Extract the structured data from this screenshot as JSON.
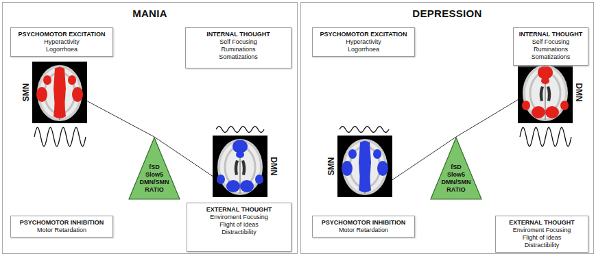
{
  "diagram": {
    "nodes": [
      {
        "text": [
          "MANIA"
        ]
      },
      {
        "text": [
          "PSYCHOMOTOR EXCITATION",
          "Hyperactivity",
          "Logorrhoea"
        ],
        "in": 0
      },
      {
        "text": [
          "INTERNAL THOUGHT",
          "Self Focusing",
          "Ruminations",
          "Somatizations"
        ],
        "in": 0
      },
      {
        "text": [
          "SMN"
        ],
        "in": 0
      },
      {
        "text": [
          "fSD Slow5 DMN/SMN RATIO"
        ],
        "in": 0
      },
      {
        "text": [
          "DMN"
        ],
        "in": 0
      },
      {
        "text": [
          "PSYCHOMOTOR INHIBITION",
          "Motor Retardation"
        ],
        "in": 0
      },
      {
        "text": [
          "EXTERNAL THOUGHT",
          "Enviroment Focusing",
          "Flight of Ideas",
          "Distractibility"
        ],
        "in": 0
      },
      {
        "text": [
          "DEPRESSION"
        ]
      },
      {
        "text": [
          "PSYCHOMOTOR EXCITATION",
          "Hyperactivity",
          "Logorrhoea"
        ],
        "in": 8
      },
      {
        "text": [
          "INTERNAL THOUGHT",
          "Self Focusing",
          "Ruminations",
          "Somatizations"
        ],
        "in": 8
      },
      {
        "text": [
          "DMN"
        ],
        "in": 8
      },
      {
        "text": [
          "fSD Slow5 DMN/SMN RATIO"
        ],
        "in": 8
      },
      {
        "text": [
          "SMN"
        ],
        "in": 8
      },
      {
        "text": [
          "PSYCHOMOTOR INHIBITION",
          "Motor Retardation"
        ],
        "in": 8
      },
      {
        "text": [
          "EXTERNAL THOUGHT",
          "Enviroment Focusing",
          "Flight of Ideas",
          "Distractibility"
        ],
        "in": 8
      }
    ],
    "edges": [
      {
        "from": 3,
        "to": 4,
        "arrow": "none"
      },
      {
        "from": 4,
        "to": 5,
        "arrow": "none"
      },
      {
        "from": 13,
        "to": 12,
        "arrow": "none"
      },
      {
        "from": 12,
        "to": 11,
        "arrow": "none"
      }
    ]
  }
}
